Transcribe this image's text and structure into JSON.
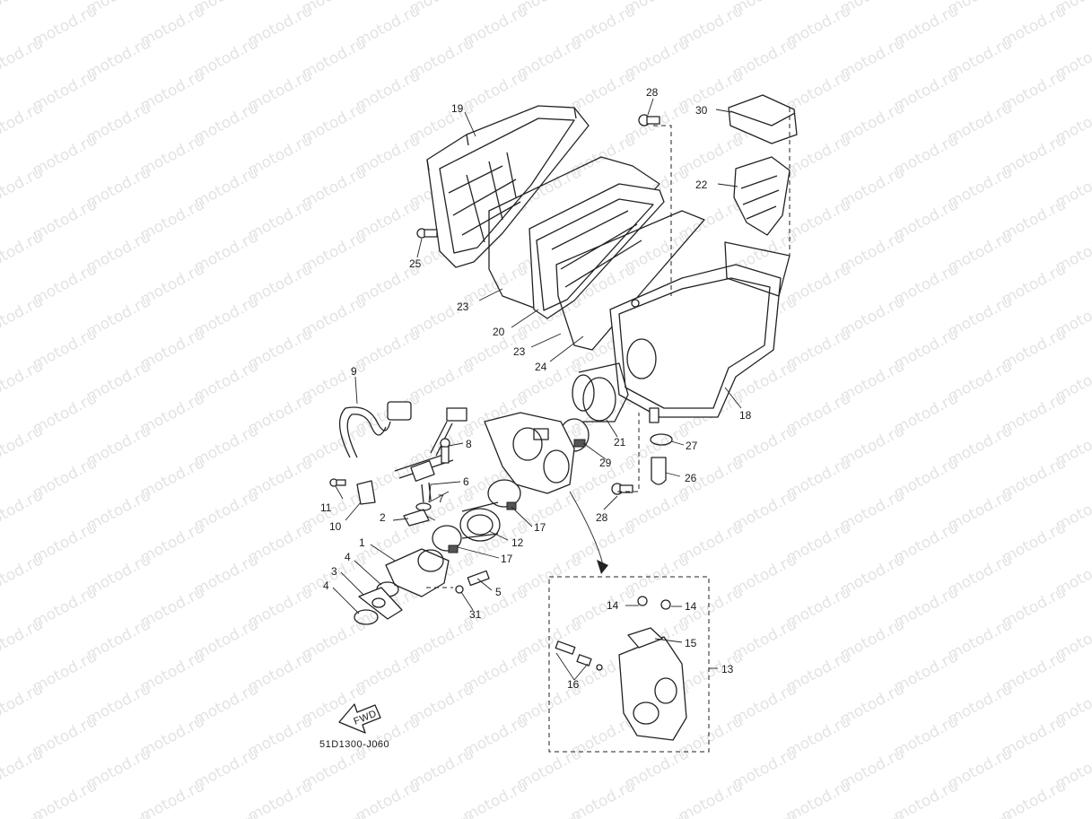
{
  "watermark": "motod.ru",
  "diagram_code": "51D1300-J060",
  "fwd_label": "FWD",
  "callouts": {
    "c1": "1",
    "c2": "2",
    "c3": "3",
    "c4a": "4",
    "c4b": "4",
    "c5": "5",
    "c6": "6",
    "c7": "7",
    "c8": "8",
    "c9": "9",
    "c10": "10",
    "c11": "11",
    "c12": "12",
    "c13": "13",
    "c14a": "14",
    "c14b": "14",
    "c15": "15",
    "c16": "16",
    "c17a": "17",
    "c17b": "17",
    "c18": "18",
    "c19": "19",
    "c20": "20",
    "c21": "21",
    "c22": "22",
    "c23a": "23",
    "c23b": "23",
    "c24": "24",
    "c25": "25",
    "c26": "26",
    "c27": "27",
    "c28a": "28",
    "c28b": "28",
    "c29": "29",
    "c30": "30",
    "c31": "31"
  }
}
